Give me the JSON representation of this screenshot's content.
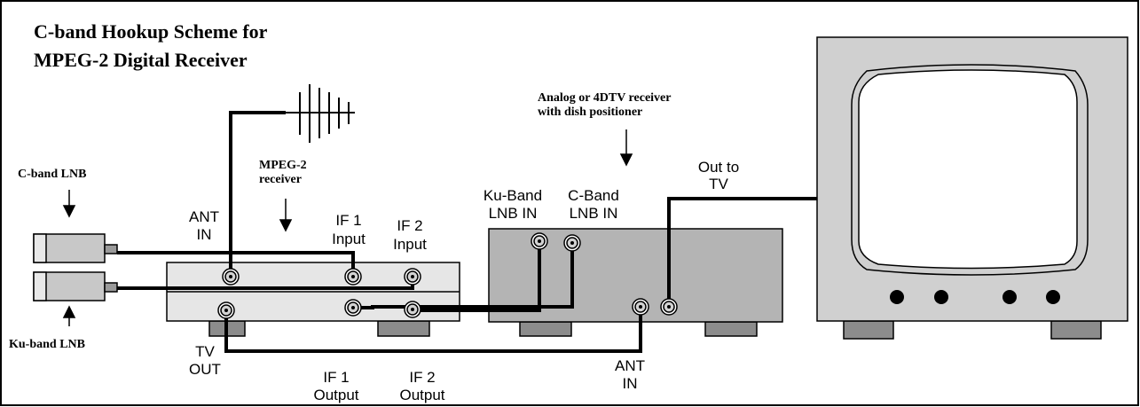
{
  "title": {
    "line1": "C-band Hookup Scheme for",
    "line2": "MPEG-2 Digital Receiver"
  },
  "labels": {
    "c_band_lnb": "C-band LNB",
    "ku_band_lnb": "Ku-band LNB",
    "mpeg2_receiver_line1": "MPEG-2",
    "mpeg2_receiver_line2": "receiver",
    "analog_receiver_line1": "Analog or 4DTV receiver",
    "analog_receiver_line2": "with dish positioner",
    "ant_in_line1": "ANT",
    "ant_in_line2": "IN",
    "if1_input_line1": "IF 1",
    "if1_input_line2": "Input",
    "if2_input_line1": "IF 2",
    "if2_input_line2": "Input",
    "tv_out_line1": "TV",
    "tv_out_line2": "OUT",
    "if1_output_line1": "IF 1",
    "if1_output_line2": "Output",
    "if2_output_line1": "IF 2",
    "if2_output_line2": "Output",
    "ku_band_lnb_in_line1": "Ku-Band",
    "ku_band_lnb_in_line2": "LNB IN",
    "c_band_lnb_in_line1": "C-Band",
    "c_band_lnb_in_line2": "LNB IN",
    "out_to_tv_line1": "Out to",
    "out_to_tv_line2": "TV",
    "analog_ant_in_line1": "ANT",
    "analog_ant_in_line2": "IN"
  },
  "colors": {
    "mpeg2_box": "#e6e6e6",
    "analog_box": "#b4b4b4",
    "tv_body": "#d0d0d0",
    "feet": "#8c8c8c",
    "lnb_body": "#c8c8c8",
    "cable": "#000000"
  }
}
